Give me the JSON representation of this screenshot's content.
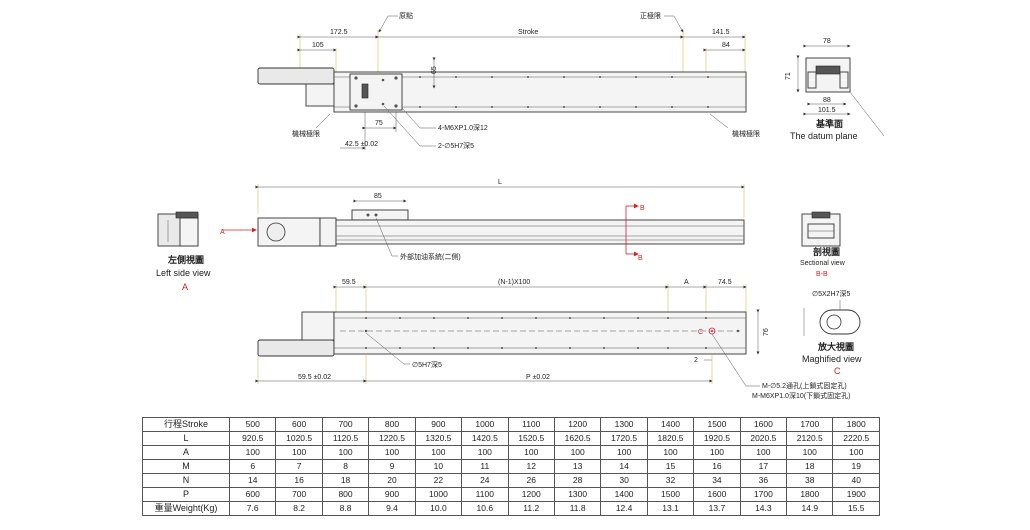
{
  "top_view": {
    "label_origin": "原點",
    "label_positive_limit": "正極限",
    "label_stroke": "Stroke",
    "dim_172_5": "172.5",
    "dim_105": "105",
    "dim_141_5": "141.5",
    "dim_84": "84",
    "dim_65": "65",
    "dim_75": "75",
    "dim_42_5": "42.5 ±0.02",
    "label_mech_limit_left": "機械極限",
    "label_mech_limit_right": "機械極限",
    "label_m6": "4-M6XP1.0深12",
    "label_pin": "2-∅5H7深5"
  },
  "datum_view": {
    "dim_78": "78",
    "dim_71": "71",
    "dim_88": "88",
    "dim_101_5": "101.5",
    "caption_cn": "基準面",
    "caption_en": "The datum plane"
  },
  "side_view": {
    "dim_L": "L",
    "dim_85": "85",
    "label_lube": "外部加油系統(二側)",
    "label_A": "A",
    "label_B_top": "B",
    "label_B_bottom": "B"
  },
  "left_view": {
    "caption_cn": "左側視圖",
    "caption_en": "Left side view",
    "caption_ref": "A"
  },
  "section_view": {
    "caption_cn": "剖視圖",
    "caption_en": "Sectional view",
    "caption_ref": "B-B"
  },
  "bottom_view": {
    "dim_59_5": "59.5",
    "dim_pitch": "(N-1)X100",
    "dim_A": "A",
    "dim_74_5": "74.5",
    "dim_76": "76",
    "dim_2": "2",
    "label_c": "C",
    "dim_59_5_tol": "59.5 ±0.02",
    "dim_P": "P ±0.02",
    "label_pin": "∅5H7深5",
    "label_m_holes": "M-∅5.2通孔(上鎖式固定孔)",
    "label_m_thread": "M-M6XP1.0深10(下鎖式固定孔)"
  },
  "magnified_view": {
    "label_hole": "∅5X2H7深5",
    "caption_cn": "放大視圖",
    "caption_en": "Maghified view",
    "caption_ref": "C"
  },
  "spec_table": {
    "rows": [
      {
        "head": "行程Stroke",
        "cells": [
          "500",
          "600",
          "700",
          "800",
          "900",
          "1000",
          "1100",
          "1200",
          "1300",
          "1400",
          "1500",
          "1600",
          "1700",
          "1800"
        ]
      },
      {
        "head": "L",
        "cells": [
          "920.5",
          "1020.5",
          "1120.5",
          "1220.5",
          "1320.5",
          "1420.5",
          "1520.5",
          "1620.5",
          "1720.5",
          "1820.5",
          "1920.5",
          "2020.5",
          "2120.5",
          "2220.5"
        ]
      },
      {
        "head": "A",
        "cells": [
          "100",
          "100",
          "100",
          "100",
          "100",
          "100",
          "100",
          "100",
          "100",
          "100",
          "100",
          "100",
          "100",
          "100"
        ]
      },
      {
        "head": "M",
        "cells": [
          "6",
          "7",
          "8",
          "9",
          "10",
          "11",
          "12",
          "13",
          "14",
          "15",
          "16",
          "17",
          "18",
          "19"
        ]
      },
      {
        "head": "N",
        "cells": [
          "14",
          "16",
          "18",
          "20",
          "22",
          "24",
          "26",
          "28",
          "30",
          "32",
          "34",
          "36",
          "38",
          "40"
        ]
      },
      {
        "head": "P",
        "cells": [
          "600",
          "700",
          "800",
          "900",
          "1000",
          "1100",
          "1200",
          "1300",
          "1400",
          "1500",
          "1600",
          "1700",
          "1800",
          "1900"
        ]
      },
      {
        "head": "重量Weight(Kg)",
        "cells": [
          "7.6",
          "8.2",
          "8.8",
          "9.4",
          "10.0",
          "10.6",
          "11.2",
          "11.8",
          "12.4",
          "13.1",
          "13.7",
          "14.3",
          "14.9",
          "15.5"
        ]
      }
    ]
  }
}
